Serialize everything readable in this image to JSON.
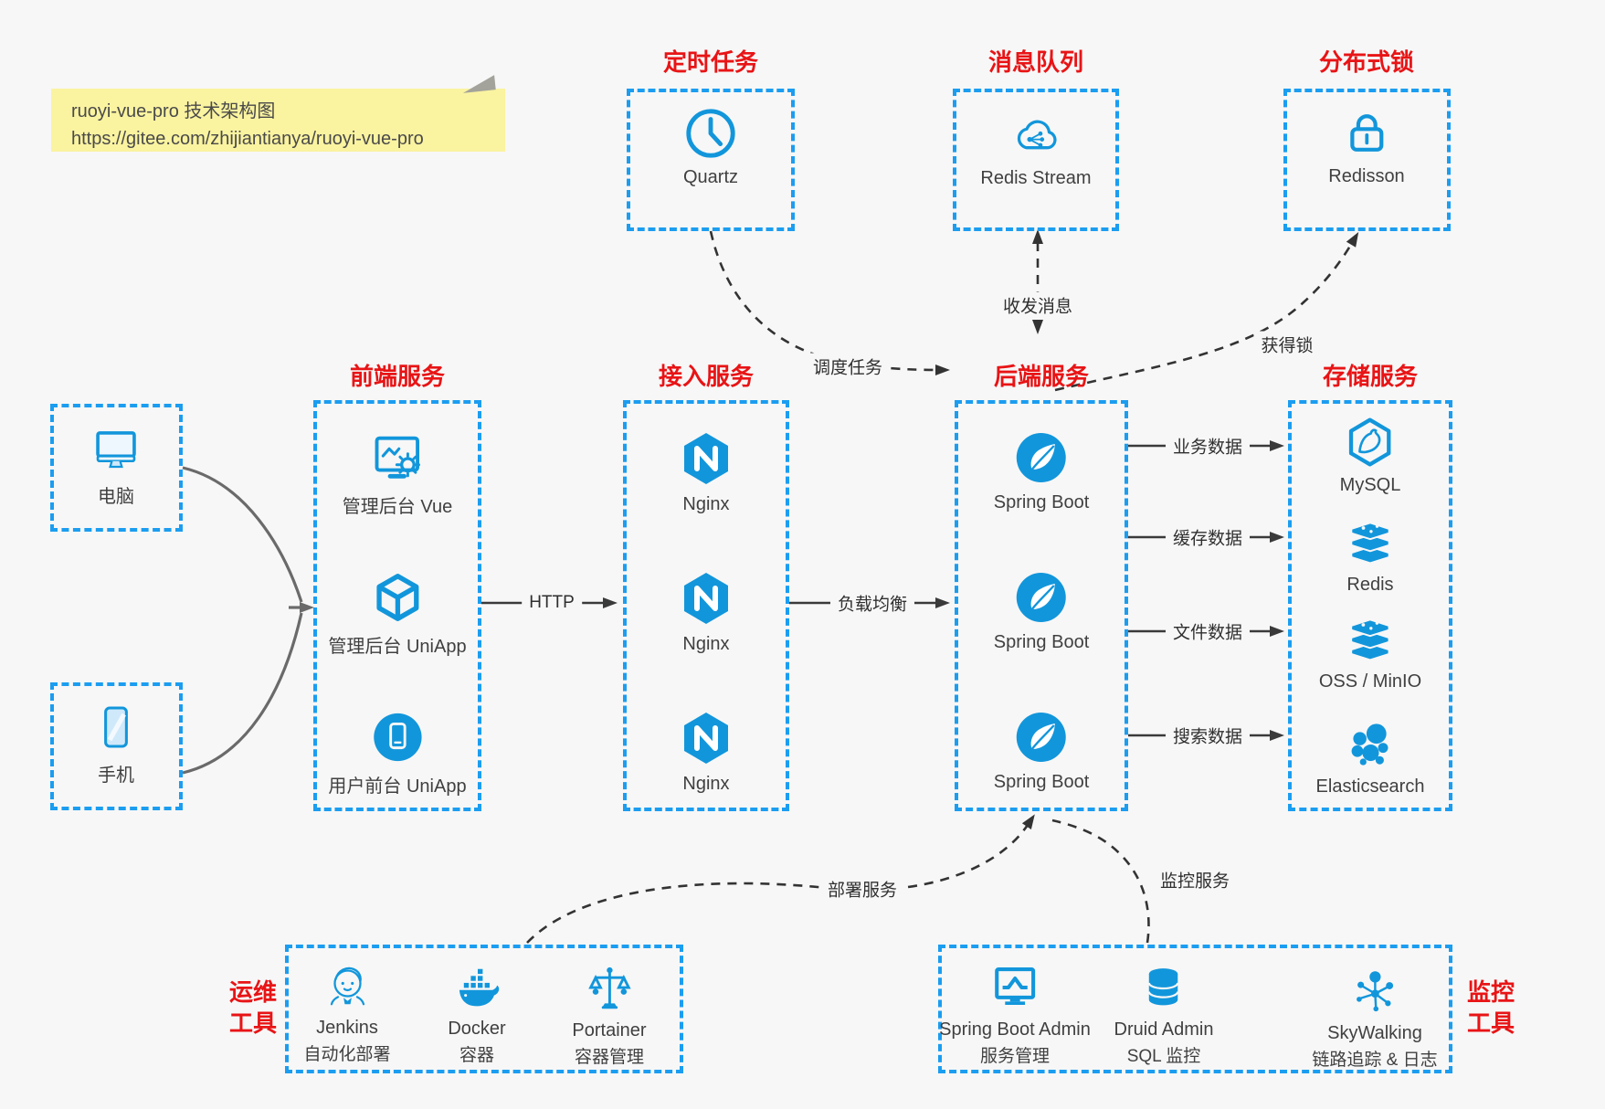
{
  "colors": {
    "bg": "#f7f7f7",
    "accent-blue": "#1296db",
    "border-blue": "#1b9df0",
    "title-red": "#e81416",
    "arrow-dark": "#3a3a3a",
    "arrow-gray": "#6a6a6a",
    "label-dark": "#404040",
    "note-bg": "#faf3a0",
    "note-text": "#4a4a4a"
  },
  "note": {
    "line1": "ruoyi-vue-pro 技术架构图",
    "line2": "https://gitee.com/zhijiantianya/ruoyi-vue-pro"
  },
  "top_groups": [
    {
      "title": "定时任务",
      "item": {
        "label": "Quartz",
        "icon": "clock-icon"
      }
    },
    {
      "title": "消息队列",
      "item": {
        "label": "Redis Stream",
        "icon": "cloud-stream-icon"
      }
    },
    {
      "title": "分布式锁",
      "item": {
        "label": "Redisson",
        "icon": "lock-icon"
      }
    }
  ],
  "clients": [
    {
      "label": "电脑",
      "icon": "desktop-icon"
    },
    {
      "label": "手机",
      "icon": "mobile-icon"
    }
  ],
  "columns": [
    {
      "title": "前端服务",
      "items": [
        {
          "label": "管理后台 Vue",
          "icon": "admin-monitor-gear-icon"
        },
        {
          "label": "管理后台 UniApp",
          "icon": "cube-icon"
        },
        {
          "label": "用户前台 UniApp",
          "icon": "phone-circle-icon"
        }
      ]
    },
    {
      "title": "接入服务",
      "items": [
        {
          "label": "Nginx",
          "icon": "nginx-icon"
        },
        {
          "label": "Nginx",
          "icon": "nginx-icon"
        },
        {
          "label": "Nginx",
          "icon": "nginx-icon"
        }
      ]
    },
    {
      "title": "后端服务",
      "items": [
        {
          "label": "Spring Boot",
          "icon": "spring-leaf-icon"
        },
        {
          "label": "Spring Boot",
          "icon": "spring-leaf-icon"
        },
        {
          "label": "Spring Boot",
          "icon": "spring-leaf-icon"
        }
      ]
    },
    {
      "title": "存储服务",
      "items": [
        {
          "label": "MySQL",
          "icon": "mysql-dolphin-icon"
        },
        {
          "label": "Redis",
          "icon": "stack-icon"
        },
        {
          "label": "OSS / MinIO",
          "icon": "stack-icon"
        },
        {
          "label": "Elasticsearch",
          "icon": "elasticsearch-cluster-icon"
        }
      ]
    }
  ],
  "bottom_groups": [
    {
      "side_label": [
        "运维",
        "工具"
      ],
      "items": [
        {
          "label": "Jenkins",
          "sub": "自动化部署",
          "icon": "jenkins-icon"
        },
        {
          "label": "Docker",
          "sub": "容器",
          "icon": "docker-whale-icon"
        },
        {
          "label": "Portainer",
          "sub": "容器管理",
          "icon": "scales-icon"
        }
      ]
    },
    {
      "side_label": [
        "监控",
        "工具"
      ],
      "items": [
        {
          "label": "Spring Boot Admin",
          "sub": "服务管理",
          "icon": "monitor-chart-icon"
        },
        {
          "label": "Druid Admin",
          "sub": "SQL 监控",
          "icon": "database-icon"
        },
        {
          "label": "SkyWalking",
          "sub": "链路追踪 & 日志",
          "icon": "topology-icon"
        }
      ]
    }
  ],
  "edge_labels": {
    "schedule": "调度任务",
    "message": "收发消息",
    "lock": "获得锁",
    "http": "HTTP",
    "load_balance": "负载均衡",
    "business_data": "业务数据",
    "cache_data": "缓存数据",
    "file_data": "文件数据",
    "search_data": "搜索数据",
    "deploy": "部署服务",
    "monitor": "监控服务"
  }
}
